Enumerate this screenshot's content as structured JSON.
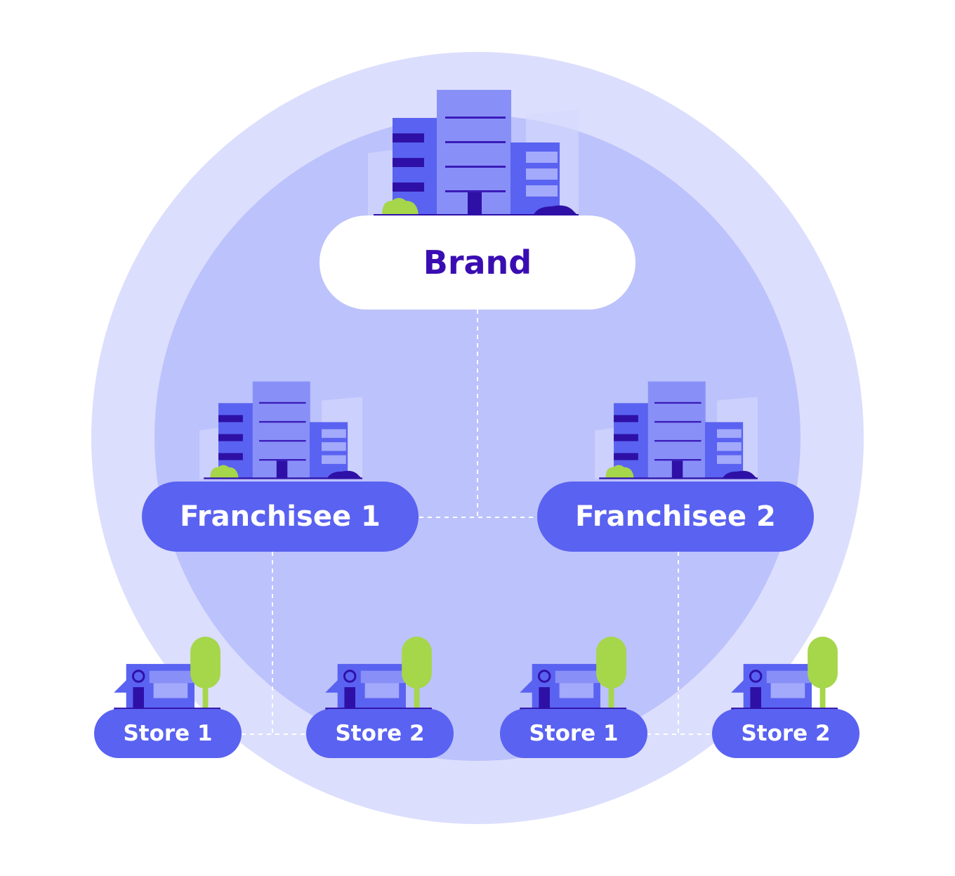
{
  "diagram": {
    "brand": {
      "label": "Brand"
    },
    "franchisees": [
      {
        "label": "Franchisee 1"
      },
      {
        "label": "Franchisee 2"
      }
    ],
    "stores": [
      {
        "label": "Store 1"
      },
      {
        "label": "Store 2"
      },
      {
        "label": "Store 1"
      },
      {
        "label": "Store 2"
      }
    ]
  },
  "colors": {
    "outer_circle": "#dcdefd",
    "inner_circle": "#bcc2fb",
    "node_fill": "#5a62f1",
    "brand_text": "#3a0db3",
    "tree_green": "#a6d64a"
  },
  "icons": [
    "office-building-icon",
    "storefront-icon",
    "tree-icon"
  ]
}
